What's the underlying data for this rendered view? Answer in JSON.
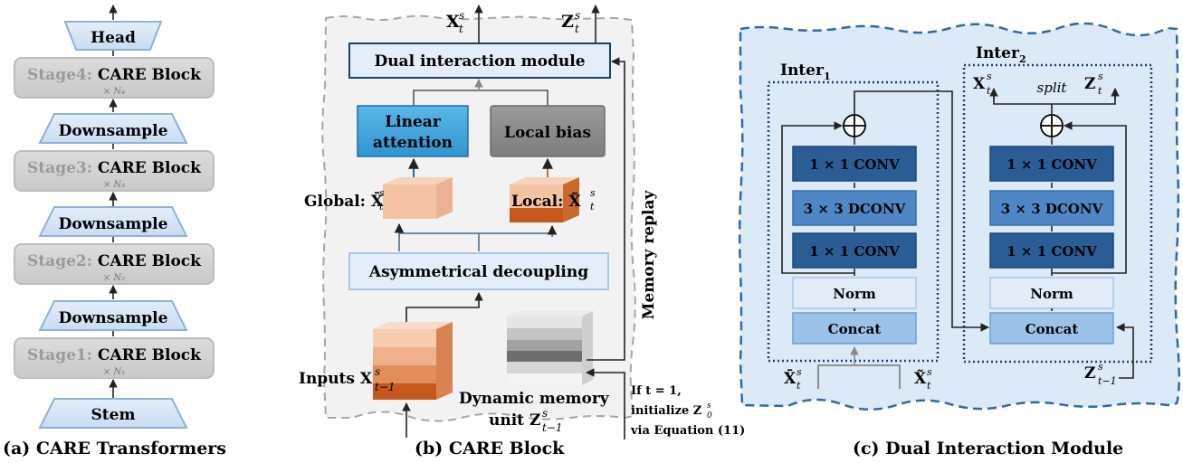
{
  "panel_a": {
    "caption": "(a) CARE Transformers",
    "head": "Head",
    "stage4_prefix": "Stage4: ",
    "stage4_name": "CARE Block",
    "stage4_repeat": "× N₄",
    "downsample3": "Downsample",
    "stage3_prefix": "Stage3: ",
    "stage3_name": "CARE Block",
    "stage3_repeat": "× N₃",
    "downsample2": "Downsample",
    "stage2_prefix": "Stage2: ",
    "stage2_name": "CARE Block",
    "stage2_repeat": "× N₂",
    "downsample1": "Downsample",
    "stage1_prefix": "Stage1: ",
    "stage1_name": "CARE Block",
    "stage1_repeat": "× N₁",
    "stem": "Stem"
  },
  "panel_b": {
    "caption": "(b) CARE Block",
    "out_x": "X",
    "out_x_sub": "t",
    "out_x_sup": "s",
    "out_z": "Z",
    "out_z_sub": "t",
    "out_z_sup": "s",
    "dual_module": "Dual interaction module",
    "linear_attention_1": "Linear",
    "linear_attention_2": "attention",
    "local_bias": "Local bias",
    "global_label": "Global: ",
    "global_var": "X̄",
    "local_label": "Local: ",
    "local_var": "X̃",
    "decoupling": "Asymmetrical decoupling",
    "memory_replay": "Memory replay",
    "inputs_label": "Inputs ",
    "inputs_var": "X",
    "inputs_sub": "t−1",
    "inputs_sup": "s",
    "memory_unit_1": "Dynamic memory",
    "memory_unit_2": "unit ",
    "memory_var": "Z",
    "memory_sub": "t−1",
    "memory_sup": "s",
    "init_1": "If t = 1,",
    "init_2": "initialize Z",
    "init_2_sub": "0",
    "init_2_sup": "s",
    "init_3": "via Equation (11)"
  },
  "panel_c": {
    "caption": "(c) Dual Interaction Module",
    "inter1": "Inter",
    "inter1_sub": "1",
    "inter2": "Inter",
    "inter2_sub": "2",
    "conv1x1_top": "1 × 1 CONV",
    "dconv": "3 × 3 DCONV",
    "conv1x1_bottom": "1 × 1 CONV",
    "norm": "Norm",
    "concat": "Concat",
    "split": "split",
    "in_xbar": "X̄",
    "in_xtilde": "X̃",
    "sub_t": "t",
    "sup_s": "s",
    "out_x": "X",
    "out_z": "Z",
    "z_prev": "Z",
    "z_prev_sub": "t−1",
    "z_prev_sup": "s"
  }
}
